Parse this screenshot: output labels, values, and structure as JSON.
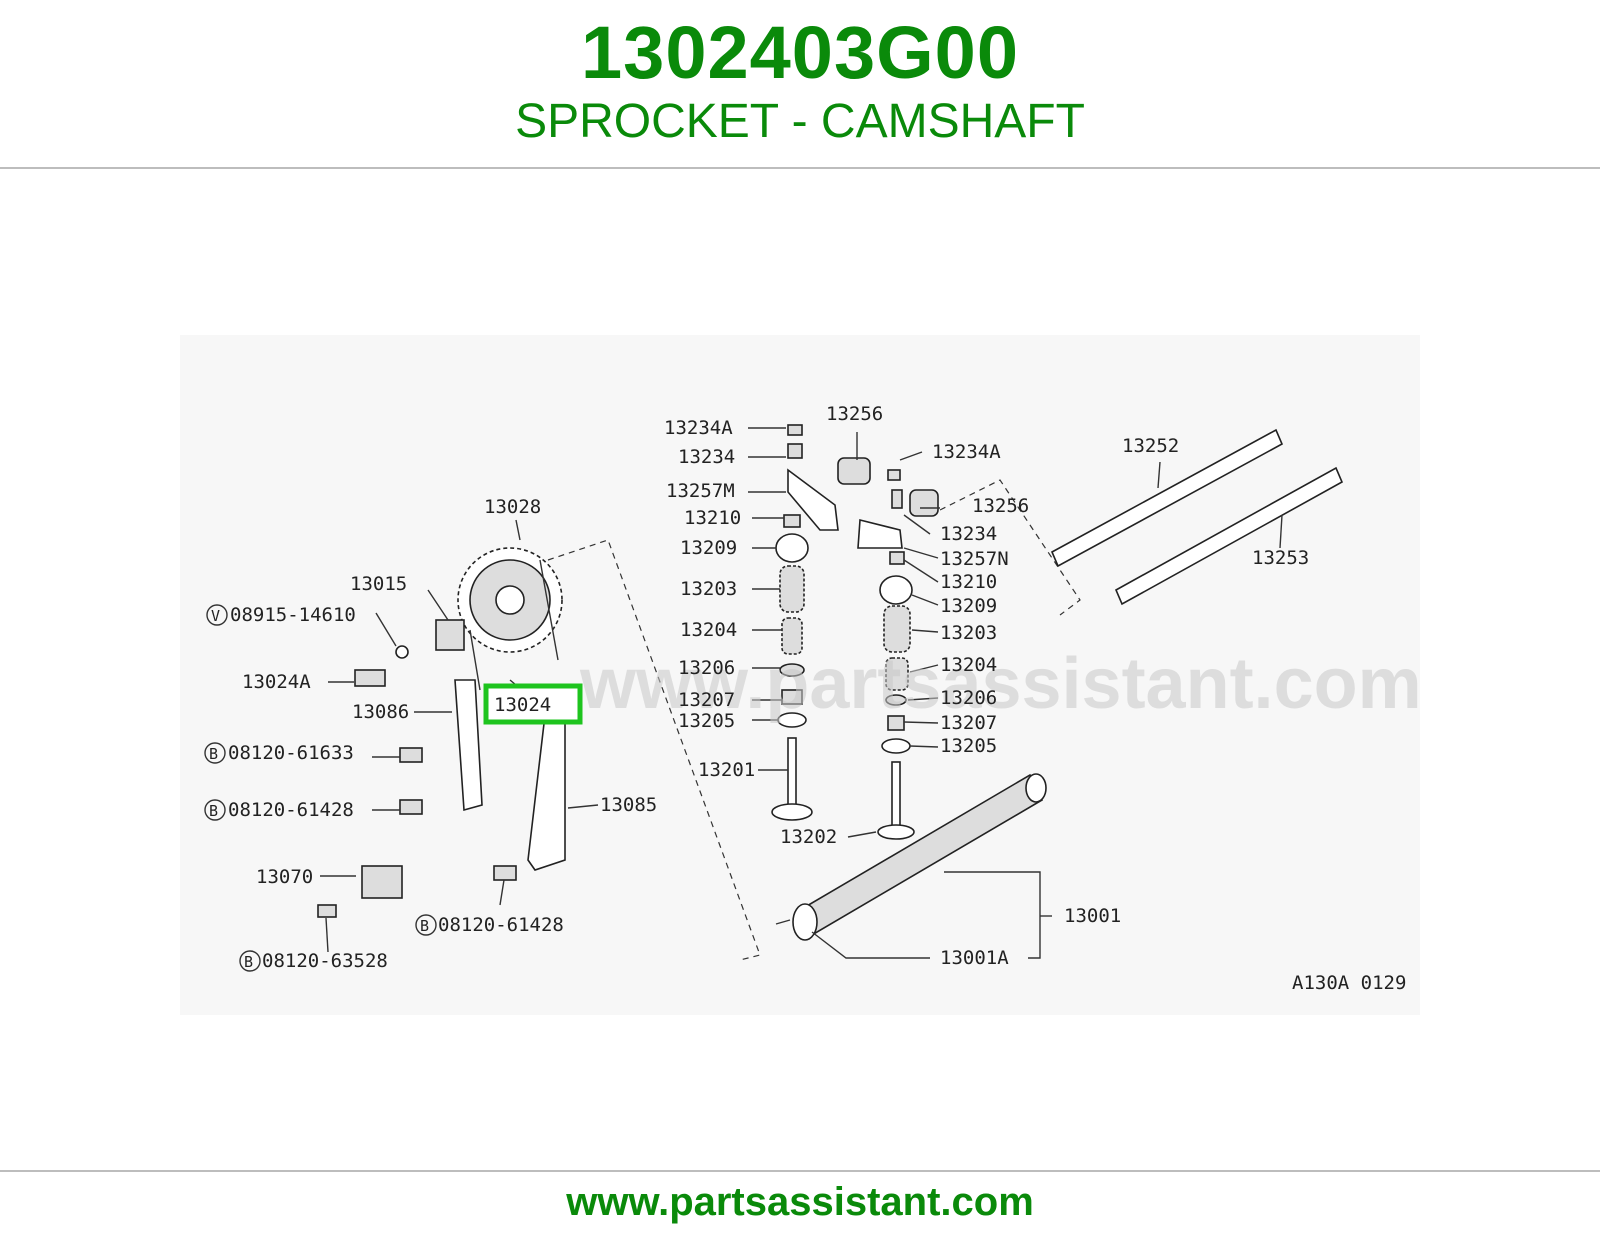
{
  "header": {
    "part_number": "1302403G00",
    "part_name": "SPROCKET - CAMSHAFT"
  },
  "colors": {
    "brand_green": "#0a8a0a",
    "highlight_green": "#1ec41e",
    "divider_gray": "#bdbdbd"
  },
  "diagram": {
    "watermark": "www.partsassistant.com",
    "drawing_code": "A130A 0129",
    "highlighted_label": "13024",
    "labels": {
      "l13234A_1": "13234A",
      "l13256_1": "13256",
      "l13234_1": "13234",
      "l13257M": "13257M",
      "l13210_1": "13210",
      "l13209_1": "13209",
      "l13203_1": "13203",
      "l13204_1": "13204",
      "l13206_1": "13206",
      "l13207_1": "13207",
      "l13205_1": "13205",
      "l13201": "13201",
      "l13202": "13202",
      "l13234A_2": "13234A",
      "l13256_2": "13256",
      "l13234_2": "13234",
      "l13257N": "13257N",
      "l13210_2": "13210",
      "l13209_2": "13209",
      "l13203_2": "13203",
      "l13204_2": "13204",
      "l13206_2": "13206",
      "l13207_2": "13207",
      "l13205_2": "13205",
      "l13252": "13252",
      "l13253": "13253",
      "l13028": "13028",
      "l13015": "13015",
      "lV08915": "08915-14610",
      "l13024A": "13024A",
      "l13086": "13086",
      "lB61633": "08120-61633",
      "lB61428a": "08120-61428",
      "l13085": "13085",
      "l13070": "13070",
      "lB61428b": "08120-61428",
      "lB63528": "08120-63528",
      "l13001": "13001",
      "l13001A": "13001A"
    },
    "circle_marks": {
      "v": "V",
      "b1": "B",
      "b2": "B",
      "b3": "B",
      "b4": "B"
    }
  },
  "footer": {
    "url": "www.partsassistant.com"
  }
}
